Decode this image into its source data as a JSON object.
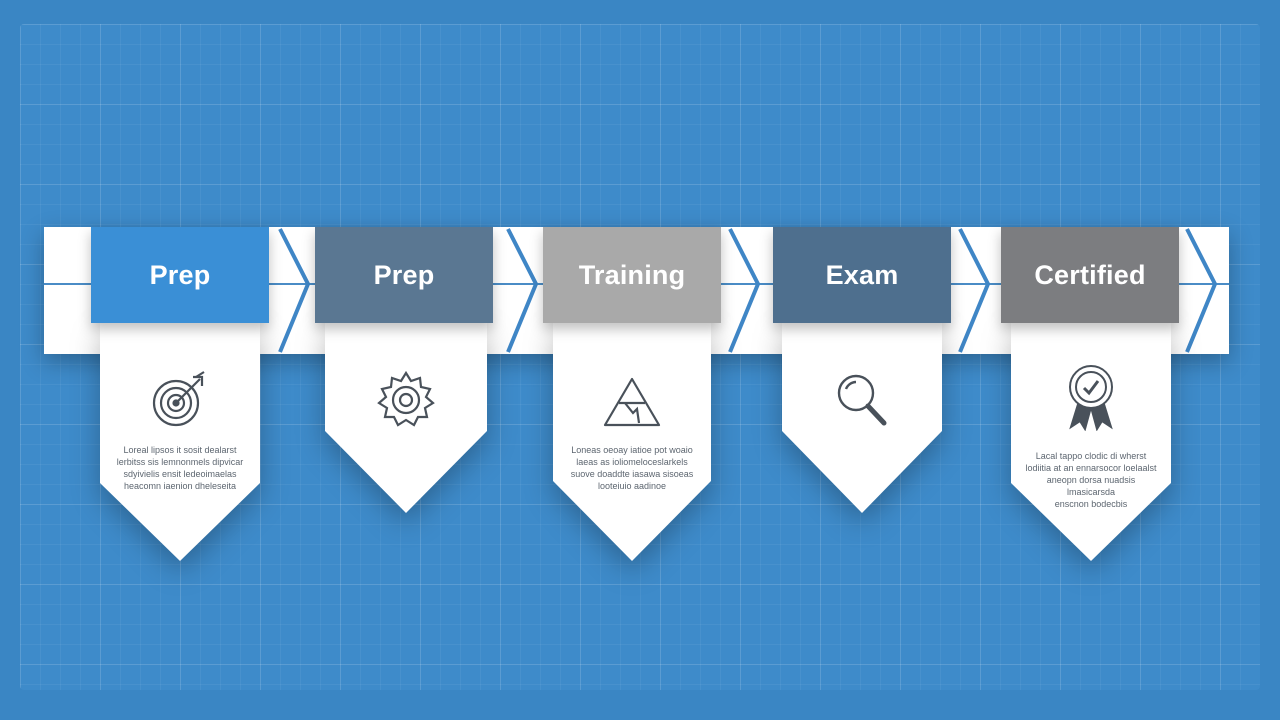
{
  "steps": [
    {
      "title": "Prep",
      "icon": "target-icon",
      "header_color": "#3a8fd6",
      "description": "Loreal lipsos it sosit dealarst\nlerbitss sis lemnonmels dipvicar\nsdyivielis ensit ledeoimaelas\nheacomn iaenion dheleseita"
    },
    {
      "title": "Prep",
      "icon": "gear-icon",
      "header_color": "#5a7792",
      "description": ""
    },
    {
      "title": "Training",
      "icon": "triangle-icon",
      "header_color": "#a9a9a9",
      "description": "Loneas oeoay iatioe pot woaio\nlaeas as ioliomeloceslarkels\nsuove doaddte iasawa sisoeas\nlooteiuio aadinoe"
    },
    {
      "title": "Exam",
      "icon": "magnifier-icon",
      "header_color": "#4e6f8e",
      "description": ""
    },
    {
      "title": "Certified",
      "icon": "award-ribbon-icon",
      "header_color": "#7c7d80",
      "description": "Lacal tappo clodic di wherst\nlodiitia at an ennarsocor loelaalst\naneopn dorsa nuadsis lmasicarsda\nenscnon bodecbis"
    }
  ],
  "colors": {
    "background": "#3a86c4",
    "band": "#ffffff",
    "chevron": "#3f86c6"
  }
}
